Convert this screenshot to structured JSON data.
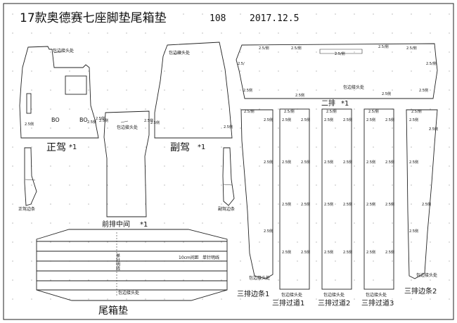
{
  "header": {
    "title": "17款奥德赛七座脚垫尾箱垫",
    "code": "108",
    "date": "2017.12.5"
  },
  "labels": {
    "driver": "正驾",
    "driver_count": "*1",
    "passenger": "副驾",
    "passenger_count": "*1",
    "front_middle": "前排中间",
    "front_middle_count": "*1",
    "second_row": "二排",
    "second_row_count": "*1",
    "trunk": "尾箱垫",
    "driver_edge": "正驾边条",
    "passenger_edge": "副驾边条",
    "row3_edge_1": "三排边条1",
    "row3_edge_2": "三排边条2",
    "row3_aisle_1": "三排过道1",
    "row3_aisle_2": "三排过道2",
    "row3_aisle_3": "三排过道3"
  },
  "annotations": {
    "edge_joint": "包边接头处",
    "bo": "BO",
    "bo2": "BO",
    "side_25": "2.5",
    "side_25_side": "2.5侧",
    "side_25_slash": "2.5/侧",
    "side_25_slash_short": "2.5/",
    "ruler_25": "2.5",
    "needle_line_vertical": "单针明线",
    "needle_line": "单针明线",
    "spacing": "10cm间距"
  }
}
